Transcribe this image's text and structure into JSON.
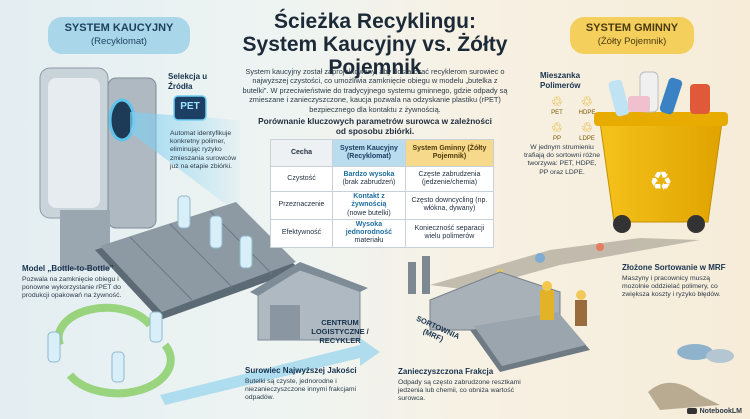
{
  "title_line1": "Ścieżka Recyklingu:",
  "title_line2": "System Kaucyjny vs. Żółty Pojemnik",
  "left_system": {
    "name": "SYSTEM KAUCYJNY",
    "sub": "(Recyklomat)"
  },
  "right_system": {
    "name": "SYSTEM GMINNY",
    "sub": "(Żółty Pojemnik)"
  },
  "intro": "System kaucyjny został zaprojektowany, aby dostarczać recyklerom surowiec o najwyższej czystości, co umożliwia zamknięcie obiegu w modelu „butelka z butelki”. W przeciwieństwie do tradycyjnego systemu gminnego, gdzie odpady są zmieszane i zanieczyszczone, kaucja pozwala na odzyskanie plastiku (rPET) bezpiecznego dla kontaktu z żywnością.",
  "table": {
    "title": "Porównanie kluczowych parametrów surowca w zależności od sposobu zbiórki.",
    "headers": [
      "Cecha",
      "System Kaucyjny (Recyklomat)",
      "System Gminny (Żółty Pojemnik)"
    ],
    "rows": [
      {
        "feature": "Czystość",
        "deposit_bold": "Bardzo wysoka",
        "deposit_rest": "(brak zabrudzeń)",
        "municipal": "Częste zabrudzenia (jedzenie/chemia)"
      },
      {
        "feature": "Przeznaczenie",
        "deposit_bold": "Kontakt z żywnością",
        "deposit_rest": "(nowe butelki)",
        "municipal": "Często downcycling (np. włókna, dywany)"
      },
      {
        "feature": "Efektywność",
        "deposit_bold": "Wysoka jednorodność",
        "deposit_rest": "materiału",
        "municipal": "Konieczność separacji wielu polimerów"
      }
    ]
  },
  "callouts": {
    "selection": {
      "label": "Selekcja u Źródła",
      "text": "Automat identyfikuje konkretny polimer, eliminując ryzyko zmieszania surowców już na etapie zbiórki."
    },
    "screen": "PET",
    "bottle": {
      "label": "Model „Bottle-to-Bottle”",
      "text": "Pozwala na zamknięcie obiegu i ponowne wykorzystanie rPET do produkcji opakowań na żywność."
    },
    "center": "CENTRUM LOGISTYCZNE / RECYKLER",
    "quality": {
      "label": "Surowiec Najwyższej Jakości",
      "text": "Butelki są czyste, jednorodne i niezanieczyszczone innymi frakcjami odpadów."
    },
    "mixture": {
      "label": "Mieszanka Polimerów",
      "text": "W jednym strumieniu trafiają do sortowni różne tworzywa: PET, HDPE, PP oraz LDPE."
    },
    "codes": [
      "PET",
      "HDPE",
      "PP",
      "LDPE"
    ],
    "mrf": {
      "label": "Złożone Sortowanie w MRF",
      "text": "Maszyny i pracownicy muszą mozolnie oddzielać polimery, co zwiększa koszty i ryzyko błędów."
    },
    "sortownia": "SORTOWNIA (MRF)",
    "contaminated": {
      "label": "Zanieczyszczona Frakcja",
      "text": "Odpady są często zabrudzone resztkami jedzenia lub chemii, co obniża wartość surowca."
    }
  },
  "footer": "NotebookLM",
  "colors": {
    "deposit": "#a9d6e8",
    "municipal": "#f4cf5b",
    "bin": "#f2b705"
  }
}
